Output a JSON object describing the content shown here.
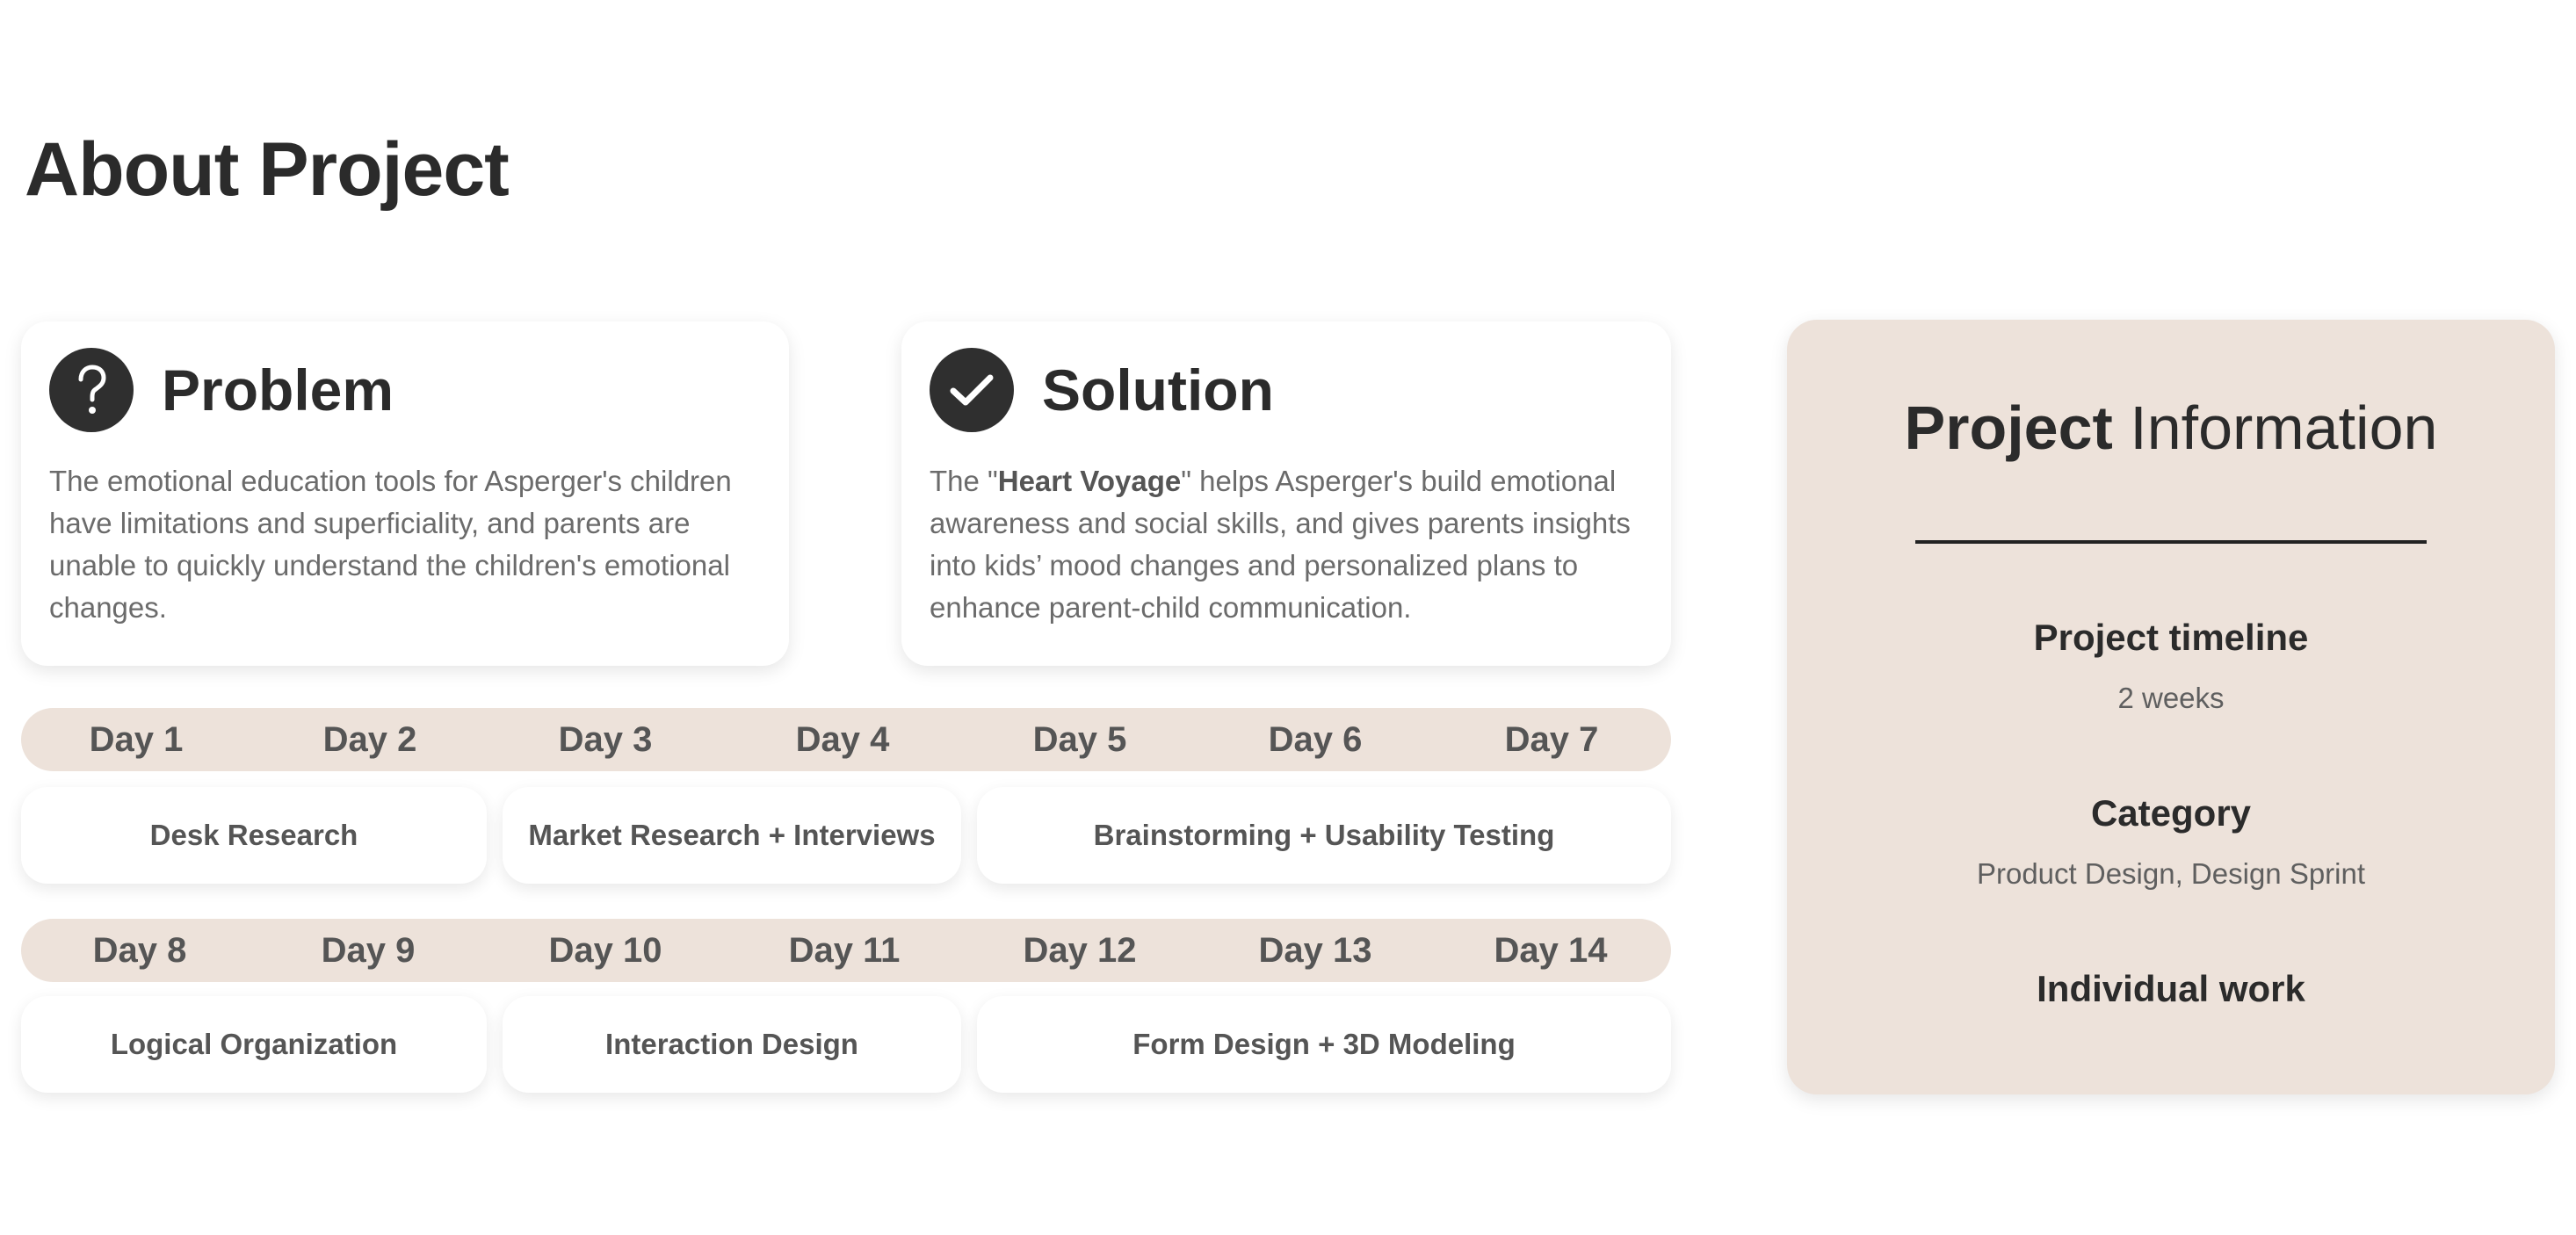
{
  "page_title": "About Project",
  "problem": {
    "title": "Problem",
    "icon": "question-icon",
    "body": "The emotional education tools for Asperger's children have limitations and superficiality, and parents are unable to quickly understand the children's emotional changes."
  },
  "solution": {
    "title": "Solution",
    "icon": "checkmark-icon",
    "body_before": "The \"",
    "body_bold": "Heart Voyage",
    "body_after": "\" helps Asperger's build emotional awareness and social skills, and gives parents insights into kids’ mood changes and personalized plans to enhance parent-child communication."
  },
  "timeline": {
    "week1": {
      "days": [
        "Day 1",
        "Day 2",
        "Day 3",
        "Day 4",
        "Day 5",
        "Day 6",
        "Day 7"
      ],
      "tasks": [
        "Desk Research",
        "Market Research + Interviews",
        "Brainstorming + Usability Testing"
      ]
    },
    "week2": {
      "days": [
        "Day 8",
        "Day 9",
        "Day 10",
        "Day 11",
        "Day 12",
        "Day 13",
        "Day 14"
      ],
      "tasks": [
        "Logical Organization",
        "Interaction Design",
        "Form Design + 3D Modeling"
      ]
    }
  },
  "info": {
    "title_bold": "Project",
    "title_light": " Information",
    "timeline_label": "Project timeline",
    "timeline_value": "2 weeks",
    "category_label": "Category",
    "category_value": "Product Design, Design Sprint",
    "work_label": "Individual work"
  },
  "colors": {
    "accent_beige": "#ede2da",
    "text_dark": "#2b2b2b",
    "text_muted": "#6b6b6b",
    "icon_bg": "#2f2f2f"
  }
}
